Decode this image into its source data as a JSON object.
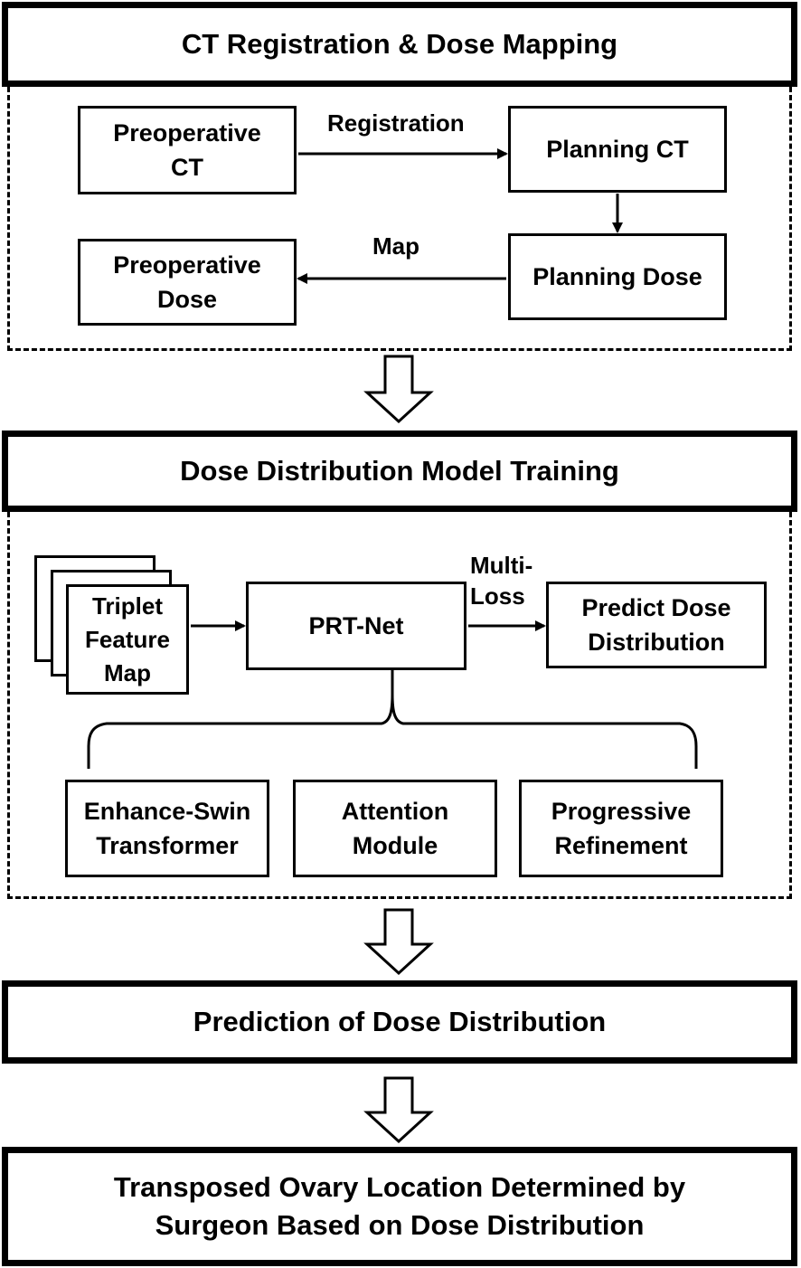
{
  "stages": {
    "registration": "CT Registration & Dose Mapping",
    "training": "Dose Distribution Model Training",
    "prediction": "Prediction of Dose Distribution",
    "surgeon": "Transposed Ovary Location Determined by\nSurgeon Based on Dose Distribution"
  },
  "mapping": {
    "preop_ct": "Preoperative\nCT",
    "planning_ct": "Planning  CT",
    "planning_dose": "Planning  Dose",
    "preop_dose": "Preoperative\nDose",
    "registration_label": "Registration",
    "map_label": "Map"
  },
  "training": {
    "triplet": "Triplet\nFeature\nMap",
    "prt_net": "PRT-Net",
    "multi_loss": "Multi-\nLoss",
    "predict": "Predict Dose\nDistribution",
    "swin": "Enhance-Swin\nTransformer",
    "attention": "Attention\nModule",
    "progressive": "Progressive\nRefinement"
  }
}
